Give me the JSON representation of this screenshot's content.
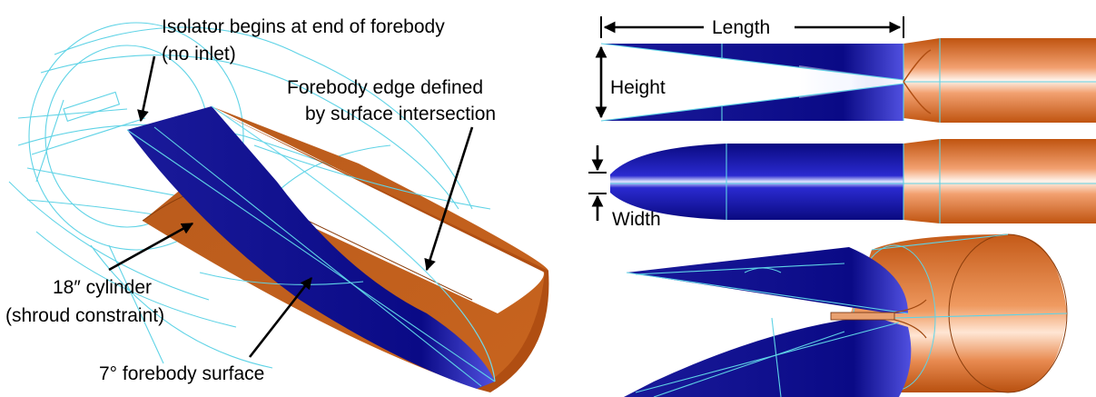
{
  "labels": {
    "isolator_line1": "Isolator begins at end of forebody",
    "isolator_line2": "(no inlet)",
    "forebody_edge_line1": "Forebody edge defined",
    "forebody_edge_line2": "by surface intersection",
    "cylinder_line1": "18″ cylinder",
    "cylinder_line2": "(shroud constraint)",
    "forebody_surface": "7° forebody surface",
    "length": "Length",
    "height": "Height",
    "width": "Width"
  },
  "colors": {
    "forebody_blue": "#0a0a8a",
    "shroud_orange": "#c8641e",
    "wireframe_cyan": "#5fd3e6"
  }
}
